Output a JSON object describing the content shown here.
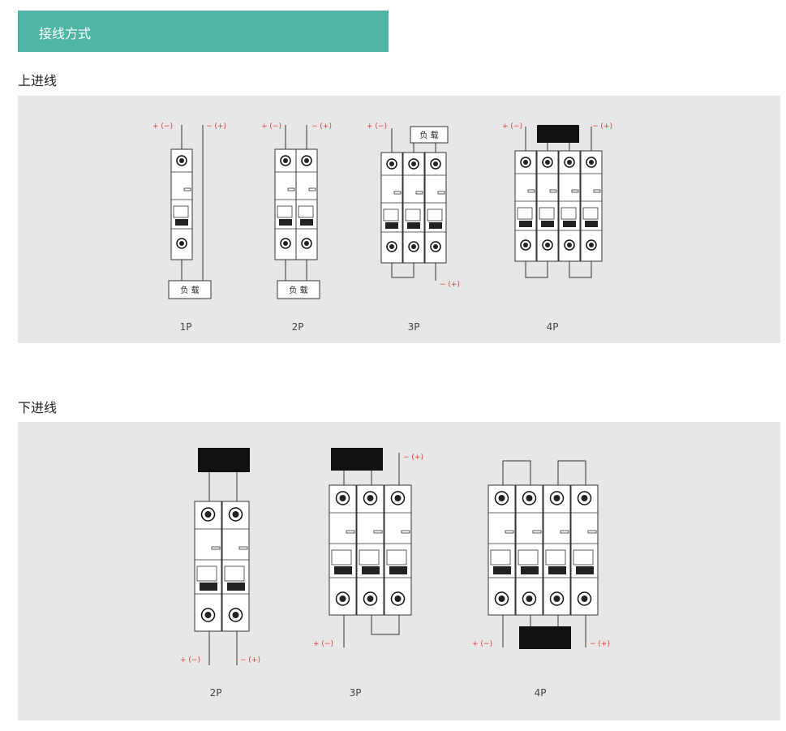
{
  "header": {
    "title": "接线方式"
  },
  "top_section": {
    "title": "上进线",
    "captions": [
      "1P",
      "2P",
      "3P",
      "4P"
    ],
    "plus_minus": "+ (−)",
    "minus_plus": "− (+)",
    "load_label": "负 载"
  },
  "bottom_section": {
    "title": "下进线",
    "captions": [
      "2P",
      "3P",
      "4P"
    ],
    "plus_minus": "+ (−)",
    "minus_plus": "− (+)"
  },
  "colors": {
    "accent": "#4fb6a6",
    "panel": "#e7e7e8",
    "polarity": "#e53935"
  }
}
